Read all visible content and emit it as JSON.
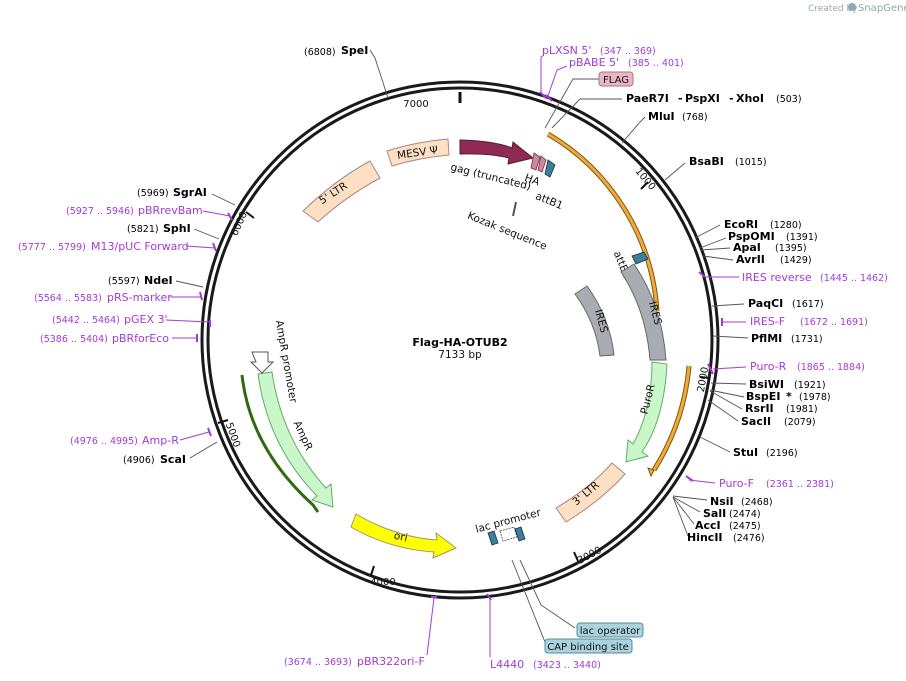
{
  "credit": {
    "created_by": "Created by",
    "brand": "SnapGene"
  },
  "plasmid": {
    "name": "Flag-HA-OTUB2",
    "size": "7133 bp"
  },
  "ticks": [
    "1000",
    "2000",
    "3000",
    "4000",
    "5000",
    "6000",
    "7000"
  ],
  "enzymes": {
    "SpeI": {
      "name": "SpeI",
      "pos": "(6808)"
    },
    "PaeR7I": {
      "name": "PaeR7I",
      "sep1": "-",
      "name2": "PspXI",
      "sep2": "-",
      "name3": "XhoI",
      "pos": "(503)"
    },
    "MluI": {
      "name": "MluI",
      "pos": "(768)"
    },
    "BsaBI": {
      "name": "BsaBI",
      "pos": "(1015)"
    },
    "EcoRI": {
      "name": "EcoRI",
      "pos": "(1280)"
    },
    "PspOMI": {
      "name": "PspOMI",
      "pos": "(1391)"
    },
    "ApaI": {
      "name": "ApaI",
      "pos": "(1395)"
    },
    "AvrII": {
      "name": "AvrII",
      "pos": "(1429)"
    },
    "PaqCI": {
      "name": "PaqCI",
      "pos": "(1617)"
    },
    "PflMI": {
      "name": "PflMI",
      "pos": "(1731)"
    },
    "BsiWI": {
      "name": "BsiWI",
      "pos": "(1921)"
    },
    "BspEI": {
      "name": "BspEI",
      "star": "*",
      "pos": "(1978)"
    },
    "RsrII": {
      "name": "RsrII",
      "pos": "(1981)"
    },
    "SacII": {
      "name": "SacII",
      "pos": "(2079)"
    },
    "StuI": {
      "name": "StuI",
      "pos": "(2196)"
    },
    "NsiI": {
      "name": "NsiI",
      "pos": "(2468)"
    },
    "SalI": {
      "name": "SalI",
      "pos": "(2474)"
    },
    "AccI": {
      "name": "AccI",
      "pos": "(2475)"
    },
    "HincII": {
      "name": "HincII",
      "pos": "(2476)"
    },
    "ScaI": {
      "name": "ScaI",
      "pos": "(4906)"
    },
    "NdeI": {
      "name": "NdeI",
      "pos": "(5597)"
    },
    "SphI": {
      "name": "SphI",
      "pos": "(5821)"
    },
    "SgrAI": {
      "name": "SgrAI",
      "pos": "(5969)"
    }
  },
  "primers": {
    "pLXSN5": {
      "name": "pLXSN 5'",
      "pos": "(347 .. 369)"
    },
    "pBABE5": {
      "name": "pBABE 5'",
      "pos": "(385 .. 401)"
    },
    "IRESrev": {
      "name": "IRES reverse",
      "pos": "(1445 .. 1462)"
    },
    "IRESF": {
      "name": "IRES-F",
      "pos": "(1672 .. 1691)"
    },
    "PuroR": {
      "name": "Puro-R",
      "pos": "(1865 .. 1884)"
    },
    "PuroF": {
      "name": "Puro-F",
      "pos": "(2361 .. 2381)"
    },
    "L4440": {
      "name": "L4440",
      "pos": "(3423 .. 3440)"
    },
    "pBR322ori": {
      "name": "pBR322ori-F",
      "pos": "(3674 .. 3693)"
    },
    "AmpR": {
      "name": "Amp-R",
      "pos": "(4976 .. 4995)"
    },
    "pBRforEco": {
      "name": "pBRforEco",
      "pos": "(5386 .. 5404)"
    },
    "pGEX3": {
      "name": "pGEX 3'",
      "pos": "(5442 .. 5464)"
    },
    "pRSmarker": {
      "name": "pRS-marker",
      "pos": "(5564 .. 5583)"
    },
    "M13pUC": {
      "name": "M13/pUC Forward",
      "pos": "(5777 .. 5799)"
    },
    "pBRrevBam": {
      "name": "pBRrevBam",
      "pos": "(5927 .. 5946)"
    }
  },
  "features": {
    "flag": "FLAG",
    "mesv": "MESV Ψ",
    "ltr5": "5' LTR",
    "gag": "gag (truncated)",
    "ha": "HA",
    "attB1": "attB1",
    "kozak": "Kozak sequence",
    "attB2": "attB2",
    "ires_outer": "IRES",
    "ires_inner": "IRES",
    "puroR": "PuroR",
    "ltr3": "3' LTR",
    "lac_promoter": "lac promoter",
    "lac_operator": "lac operator",
    "cap_site": "CAP binding site",
    "ori": "ori",
    "ampR": "AmpR",
    "ampR_promoter": "AmpR promoter"
  },
  "colors": {
    "backbone": "#1a1a1a",
    "mesv": "#8e2a54",
    "ltr": "#fde0c4",
    "ires": "#a9adb3",
    "puro": "#c9f7c9",
    "ori": "#ffff00",
    "ampR": "#c9f7c9",
    "orf": "#f2a93b",
    "primer": "#a23bd6",
    "flagbox": "#e7b8c4",
    "lacbox": "#a9d3dd"
  }
}
